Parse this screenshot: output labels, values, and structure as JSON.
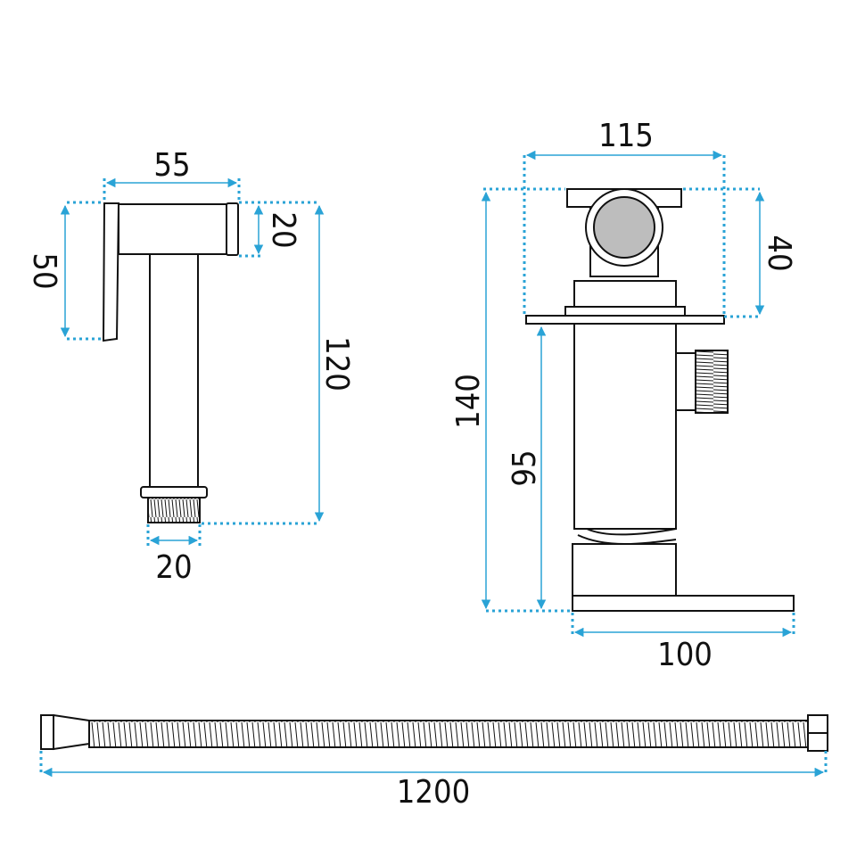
{
  "colors": {
    "dimension": "#2aa3d6",
    "outline": "#111111",
    "fill_gray": "#bdbdbd",
    "background": "#ffffff"
  },
  "dimensions": {
    "sprayer_head_width": "55",
    "sprayer_height": "50",
    "sprayer_head_diameter": "20",
    "sprayer_total_length": "120",
    "sprayer_thread": "20",
    "valve_width": "115",
    "valve_top_height": "40",
    "valve_total_height": "140",
    "valve_body_height": "95",
    "valve_base_length": "100",
    "hose_length": "1200"
  }
}
